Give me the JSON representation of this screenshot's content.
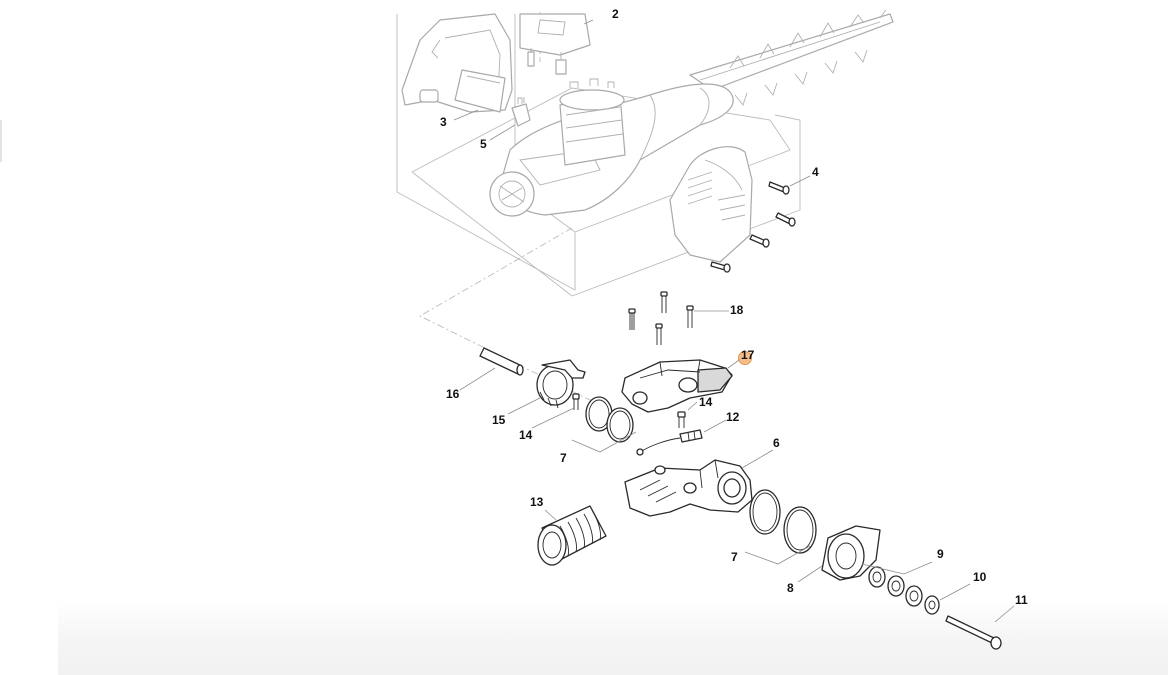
{
  "labels": {
    "ref_2": "2",
    "ref_3": "3",
    "ref_4": "4",
    "ref_5": "5",
    "ref_6": "6",
    "ref_7a": "7",
    "ref_7b": "7",
    "ref_8": "8",
    "ref_9": "9",
    "ref_10": "10",
    "ref_11": "11",
    "ref_12": "12",
    "ref_13": "13",
    "ref_14a": "14",
    "ref_14b": "14",
    "ref_15": "15",
    "ref_16": "16",
    "ref_17": "17",
    "ref_18": "18"
  },
  "colors": {
    "line": "#2a2a2a",
    "ghost_line": "#a9a9a9",
    "highlight": "#f2b77e"
  },
  "hotspot_part": "17"
}
